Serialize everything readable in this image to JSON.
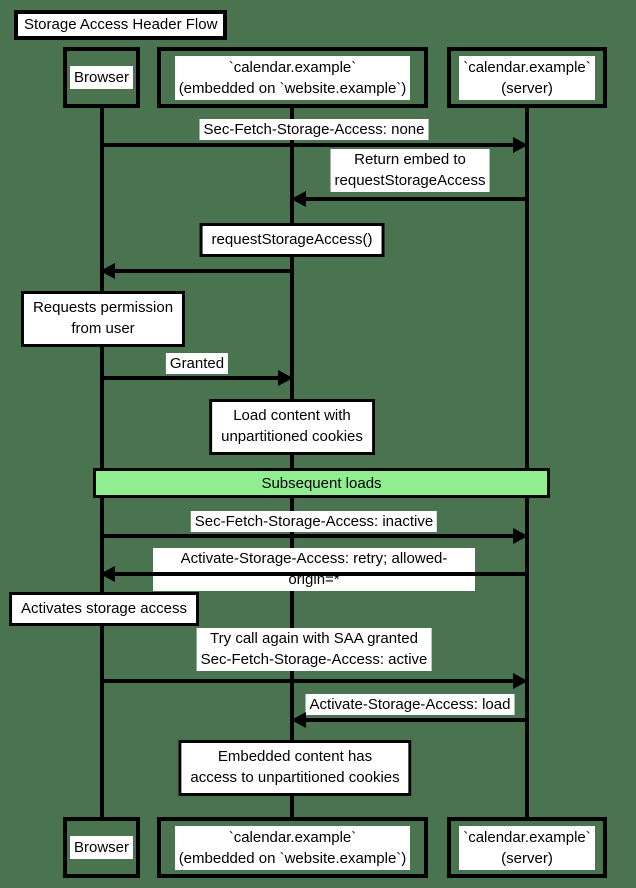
{
  "title": "Storage Access Header Flow",
  "colors": {
    "background": "#4a7350",
    "line_and_border": "#000000",
    "label_background": "#ffffff",
    "banner_background": "#90ee90",
    "text": "#000000"
  },
  "participants": {
    "browser": "Browser",
    "embed": "`calendar.example`\n(embedded on `website.example`)",
    "server": "`calendar.example`\n(server)"
  },
  "messages": {
    "sec_fetch_none": {
      "label": "Sec-Fetch-Storage-Access: none",
      "from": "browser",
      "to": "server"
    },
    "return_embed": {
      "label": "Return embed to\nrequestStorageAccess",
      "from": "server",
      "to": "embed"
    },
    "request_storage_access_response": {
      "label": "",
      "from": "embed",
      "to": "browser"
    },
    "granted": {
      "label": "Granted",
      "from": "browser",
      "to": "embed"
    },
    "sec_fetch_inactive": {
      "label": "Sec-Fetch-Storage-Access: inactive",
      "from": "browser",
      "to": "server"
    },
    "activate_retry": {
      "label": "Activate-Storage-Access: retry; allowed-origin=*",
      "from": "server",
      "to": "browser"
    },
    "try_again_active": {
      "label": "Try call again with SAA granted\nSec-Fetch-Storage-Access: active",
      "from": "browser",
      "to": "server"
    },
    "activate_load": {
      "label": "Activate-Storage-Access: load",
      "from": "server",
      "to": "embed"
    }
  },
  "notes": {
    "request_storage_access_call": "requestStorageAccess()",
    "requests_permission": "Requests permission\nfrom user",
    "load_content": "Load content with\nunpartitioned cookies",
    "activates_storage_access": "Activates storage access",
    "embedded_access": "Embedded content has\naccess to unpartitioned cookies"
  },
  "banner": {
    "label": "Subsequent loads"
  }
}
